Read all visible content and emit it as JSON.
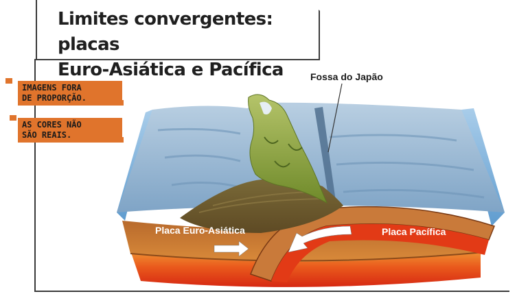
{
  "title": {
    "line1": "Limites convergentes: placas",
    "line2": "Euro-Asiática e Pacífica"
  },
  "warnings": {
    "tag1_line1": "IMAGENS FORA",
    "tag1_line2": "DE PROPORÇÃO.",
    "tag2_line1": "AS CORES NÃO",
    "tag2_line2": "SÃO REAIS."
  },
  "labels": {
    "trench": "Fossa do Japão",
    "plate_left": "Placa Euro-Asiática",
    "plate_right": "Placa Pacífica"
  },
  "colors": {
    "accent": "#e0742c",
    "ocean": "#8fb4d4",
    "land": "#8a9a3c",
    "crust": "#c8702a",
    "mantle": "#e83a1a"
  }
}
